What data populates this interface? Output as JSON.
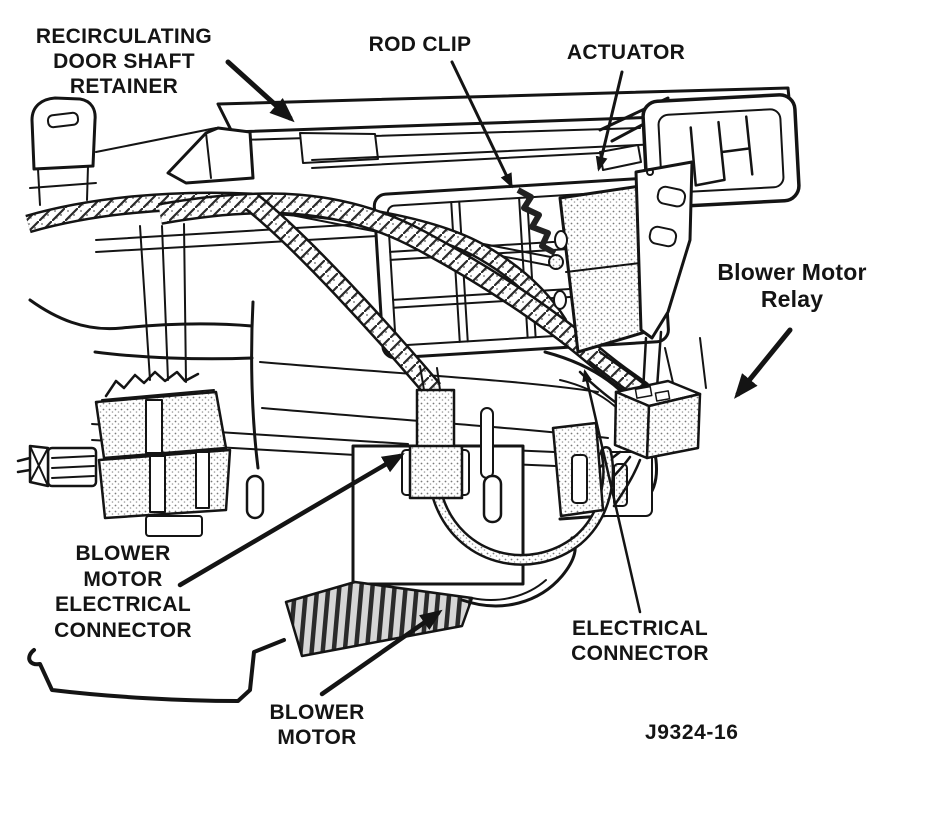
{
  "figure": {
    "background_color": "#ffffff",
    "ink_color": "#141414",
    "figure_number": "J9324-16",
    "callouts": {
      "recirculating_door_shaft_retainer": "RECIRCULATING\nDOOR SHAFT\nRETAINER",
      "rod_clip": "ROD CLIP",
      "actuator": "ACTUATOR",
      "blower_motor_relay": "Blower Motor\nRelay",
      "blower_motor_electrical_connector": "BLOWER\nMOTOR\nELECTRICAL\nCONNECTOR",
      "electrical_connector": "ELECTRICAL\nCONNECTOR",
      "blower_motor": "BLOWER\nMOTOR"
    }
  }
}
